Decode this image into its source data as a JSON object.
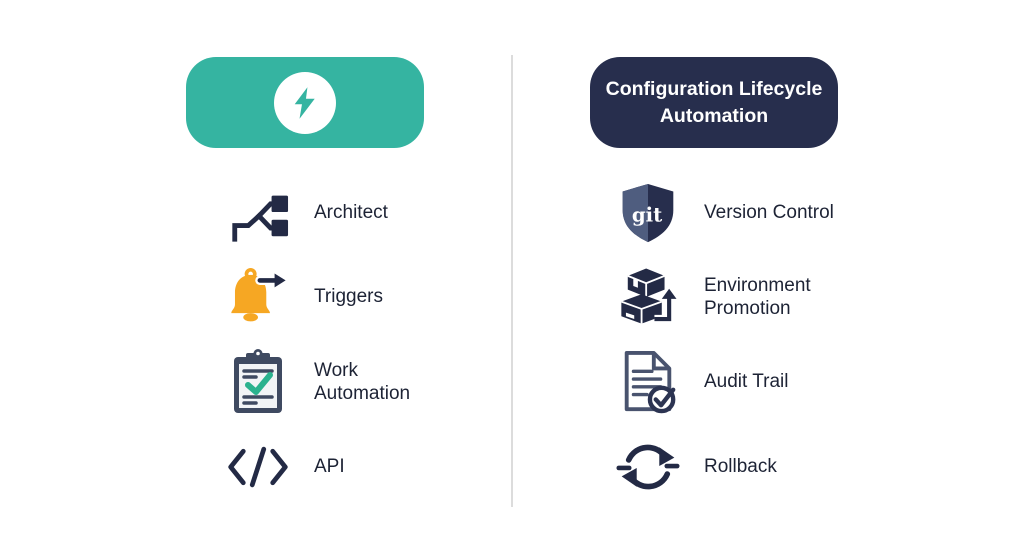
{
  "left_column": {
    "header": {
      "icon": "lightning-bolt-icon",
      "bg_color": "#35b4a1"
    },
    "items": [
      {
        "icon": "flowchart-icon",
        "label": "Architect"
      },
      {
        "icon": "bell-arrow-icon",
        "label": "Triggers"
      },
      {
        "icon": "clipboard-check-icon",
        "label": "Work Automation"
      },
      {
        "icon": "code-brackets-icon",
        "label": "API"
      }
    ]
  },
  "right_column": {
    "header": {
      "label": "Configuration Lifecycle Automation",
      "bg_color": "#272e4d"
    },
    "items": [
      {
        "icon": "git-shield-icon",
        "icon_text": "git",
        "label": "Version Control"
      },
      {
        "icon": "stacked-boxes-arrow-icon",
        "label": "Environment Promotion"
      },
      {
        "icon": "document-check-icon",
        "label": "Audit Trail"
      },
      {
        "icon": "sync-arrows-icon",
        "label": "Rollback"
      }
    ]
  },
  "colors": {
    "teal": "#35b4a1",
    "navy": "#272e4d",
    "icon_navy": "#232a45",
    "bell_amber": "#f6a723",
    "check_green": "#2bb28e",
    "shield_light": "#4f5d7f",
    "slate": "#49536e",
    "text": "#1d2335",
    "divider": "#dcdcdc",
    "background": "#ffffff"
  }
}
